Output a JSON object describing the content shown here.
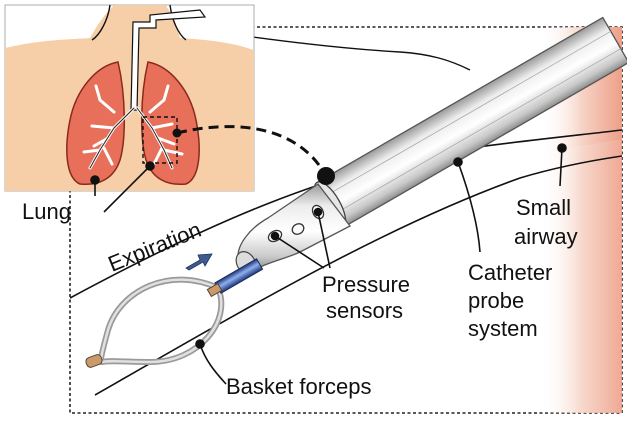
{
  "labels": {
    "lung": "Lung",
    "expiration": "Expiration",
    "pressure_line1": "Pressure",
    "pressure_line2": "sensors",
    "small_line1": "Small",
    "small_line2": "airway",
    "catheter_line1": "Catheter",
    "catheter_line2": "probe",
    "catheter_line3": "system",
    "basket": "Basket forceps"
  },
  "colors": {
    "airway_gradient": "#f0b8a6",
    "lung_fill": "#e8705a",
    "skin_fill": "#f6cfa8",
    "catheter_body": "#d4d4d4",
    "tool_shaft": "#3a5fb0",
    "arrow": "#3e5a8f",
    "tip": "#c99a6a"
  },
  "icons": {
    "flow_arrow": "arrow-right-icon",
    "callout_dot": "dot-icon"
  }
}
